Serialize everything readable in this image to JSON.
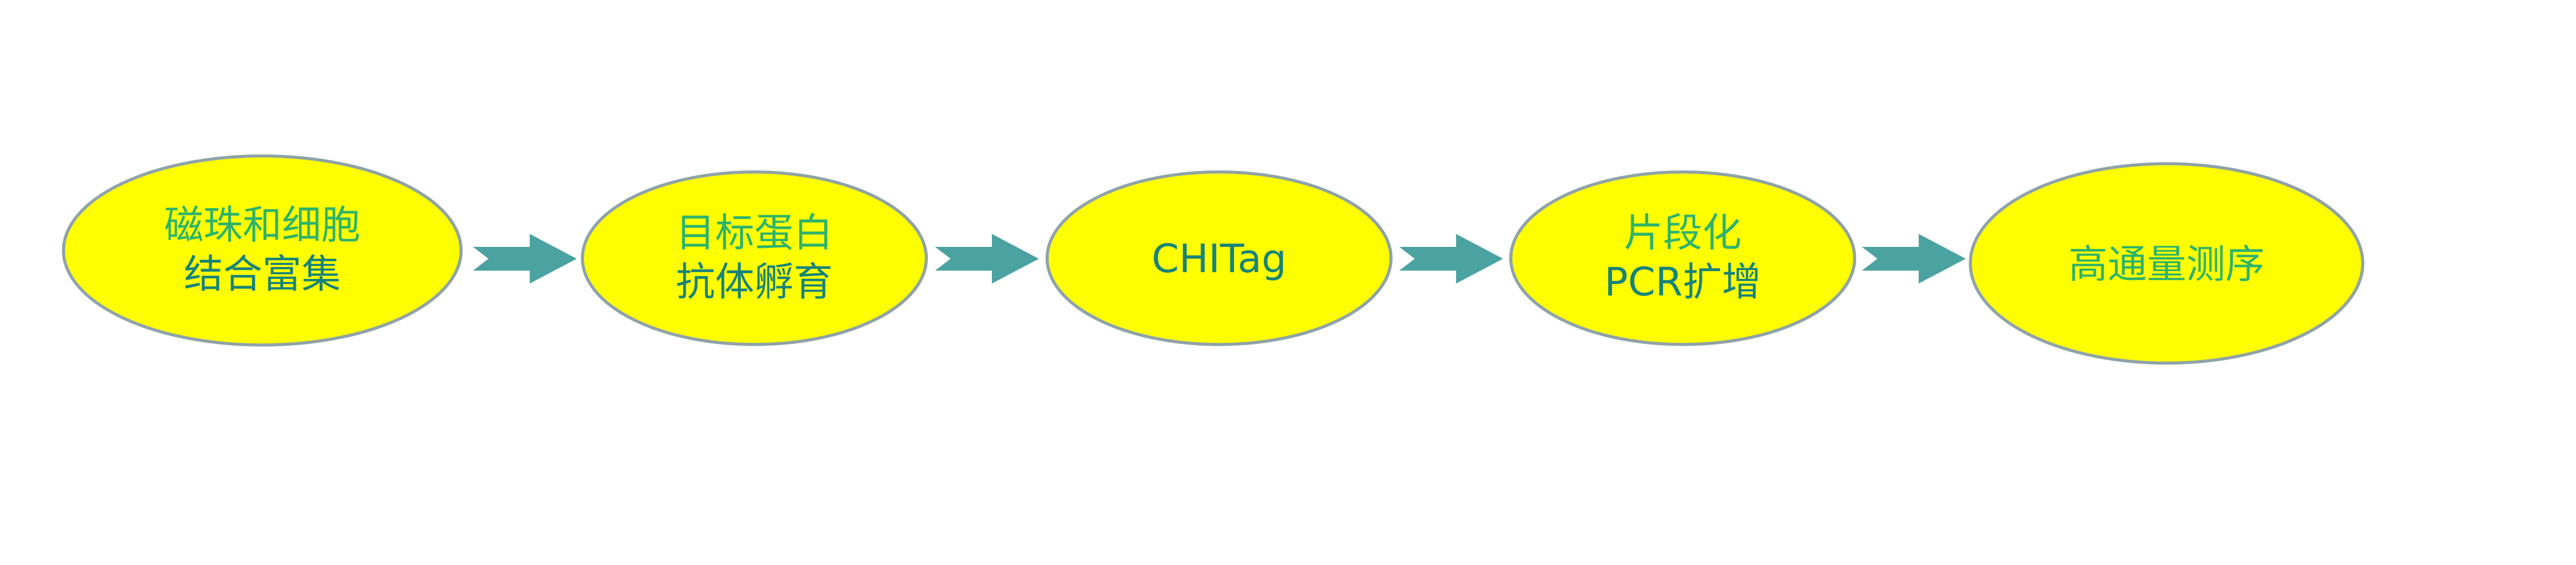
{
  "diagram": {
    "colors": {
      "ellipse_fill": "#FFFF00",
      "ellipse_stroke": "#8FA3A8",
      "arrow_fill": "#4AA3A0",
      "text_green": "#2DB36B",
      "text_teal": "#17837A",
      "background": "#FFFFFF"
    },
    "steps": [
      {
        "lines": [
          "磁珠和细胞",
          "结合富集"
        ]
      },
      {
        "lines": [
          "目标蛋白",
          "抗体孵育"
        ]
      },
      {
        "lines": [
          "CHITag"
        ]
      },
      {
        "lines": [
          "片段化",
          "PCR扩增"
        ]
      },
      {
        "lines": [
          "高通量测序"
        ]
      }
    ],
    "connectors": [
      {
        "from": 1,
        "to": 2,
        "icon": "right-arrow-icon"
      },
      {
        "from": 2,
        "to": 3,
        "icon": "right-arrow-icon"
      },
      {
        "from": 3,
        "to": 4,
        "icon": "right-arrow-icon"
      },
      {
        "from": 4,
        "to": 5,
        "icon": "right-arrow-icon"
      }
    ]
  }
}
